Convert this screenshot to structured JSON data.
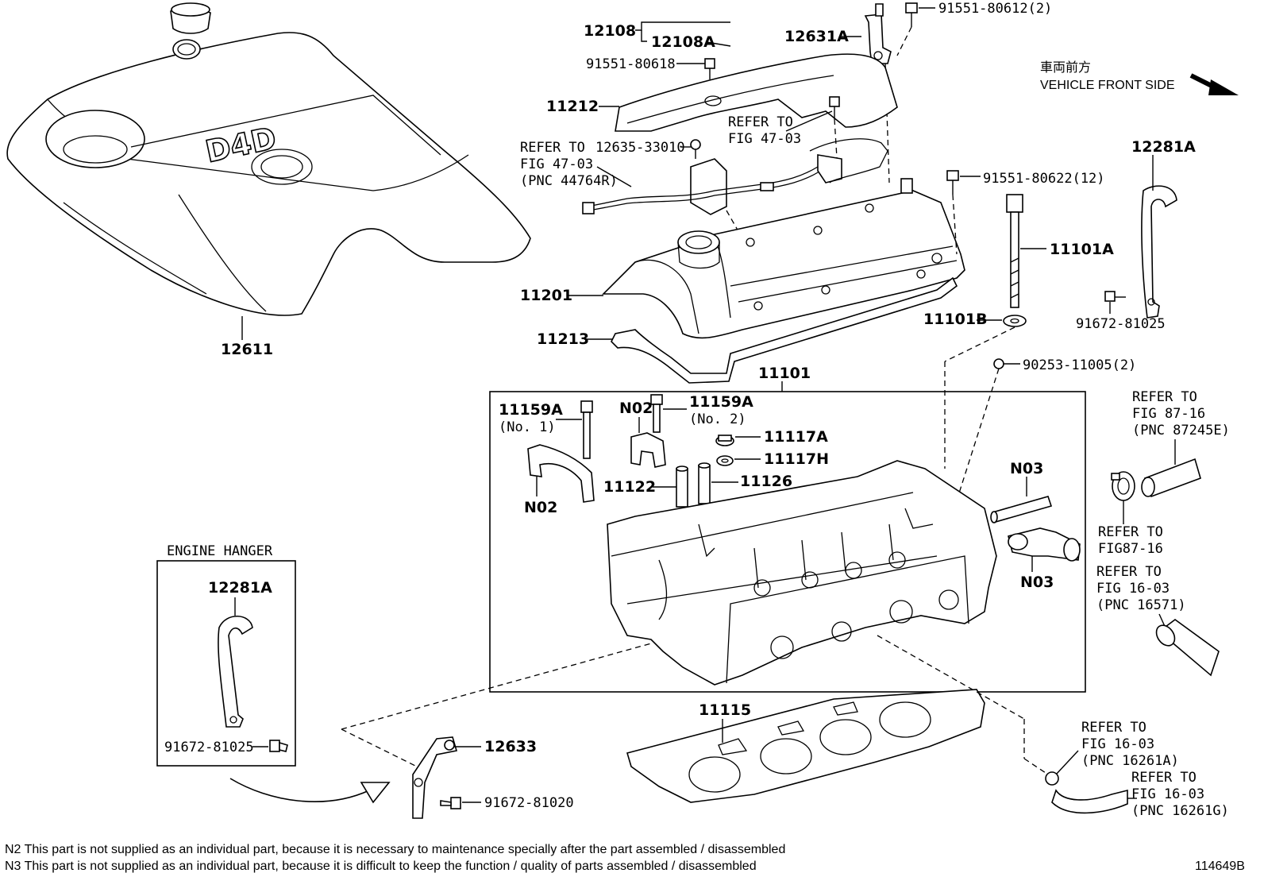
{
  "orientation": {
    "jp": "車両前方",
    "en": "VEHICLE FRONT SIDE"
  },
  "inset": {
    "title": "ENGINE HANGER",
    "part": "12281A",
    "bolt": "91672-81025"
  },
  "parts": {
    "p12611": "12611",
    "p12108": "12108",
    "p12108A": "12108A",
    "p91551_80618": "91551-80618",
    "p12631A": "12631A",
    "p91551_80612": "91551-80612(2)",
    "p11212": "11212",
    "p12635": "12635-33010",
    "p91551_80622": "91551-80622(12)",
    "p12281A": "12281A",
    "p11101A": "11101A",
    "p91672_81025": "91672-81025",
    "p11201": "11201",
    "p11213": "11213",
    "p11101B": "11101B",
    "p90253": "90253-11005(2)",
    "p11101": "11101",
    "p11159A_1": "11159A",
    "p11159A_1_sub": "(No. 1)",
    "p11159A_2": "11159A",
    "p11159A_2_sub": "(No. 2)",
    "pN02a": "N02",
    "pN02b": "N02",
    "p11117A": "11117A",
    "p11117H": "11117H",
    "p11122": "11122",
    "p11126": "11126",
    "pN03a": "N03",
    "pN03b": "N03",
    "p11115": "11115",
    "p12633": "12633",
    "p91672_81020": "91672-81020"
  },
  "refs": {
    "r1": [
      "REFER TO",
      "FIG 47-03",
      "(PNC 44764R)"
    ],
    "r2": [
      "REFER TO",
      "FIG 47-03"
    ],
    "r3": [
      "REFER TO",
      "FIG 87-16",
      "(PNC 87245E)"
    ],
    "r4": [
      "REFER TO",
      "FIG87-16"
    ],
    "r5": [
      "REFER TO",
      "FIG 16-03",
      "(PNC 16571)"
    ],
    "r6": [
      "REFER TO",
      "FIG 16-03",
      "(PNC 16261A)"
    ],
    "r7": [
      "REFER TO",
      "FIG 16-03",
      "(PNC 16261G)"
    ]
  },
  "notes": {
    "n2": "N2  This part is not supplied as an individual part, because it is necessary to maintenance specially after the part assembled / disassembled",
    "n3": "N3  This part is not supplied as an individual part, because it is difficult to keep the function / quality of parts  assembled / disassembled"
  },
  "figure_id": "114649B",
  "logo_text": "D4D"
}
